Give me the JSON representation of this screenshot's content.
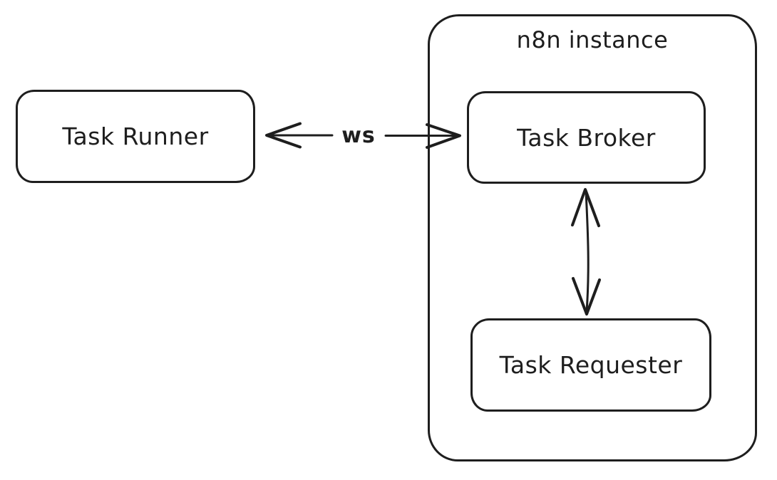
{
  "diagram": {
    "type": "flowchart",
    "style": "hand-drawn",
    "background": "#ffffff",
    "stroke_color": "#1e1e1e",
    "container": {
      "label": "n8n instance"
    },
    "nodes": [
      {
        "id": "task-runner",
        "label": "Task Runner",
        "inside_container": false
      },
      {
        "id": "task-broker",
        "label": "Task Broker",
        "inside_container": true
      },
      {
        "id": "task-requester",
        "label": "Task Requester",
        "inside_container": true
      }
    ],
    "edges": [
      {
        "from": "Task Runner",
        "to": "Task Broker",
        "label": "ws",
        "direction": "bidirectional",
        "orientation": "horizontal"
      },
      {
        "from": "Task Broker",
        "to": "Task Requester",
        "label": "",
        "direction": "bidirectional",
        "orientation": "vertical"
      }
    ]
  }
}
